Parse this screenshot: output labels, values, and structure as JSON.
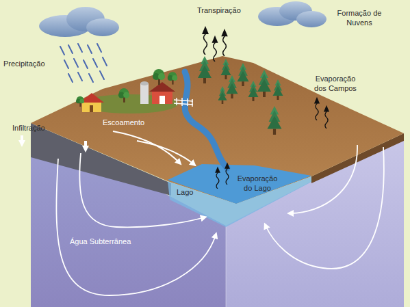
{
  "diagram": {
    "labels": [
      "Transpiração",
      "Formação de Nuvens",
      "Precipitação",
      "Evaporação dos Campos",
      "Infiltração",
      "Escoamento",
      "Evaporação do Lago",
      "Lago",
      "Água Subterrânea"
    ]
  }
}
